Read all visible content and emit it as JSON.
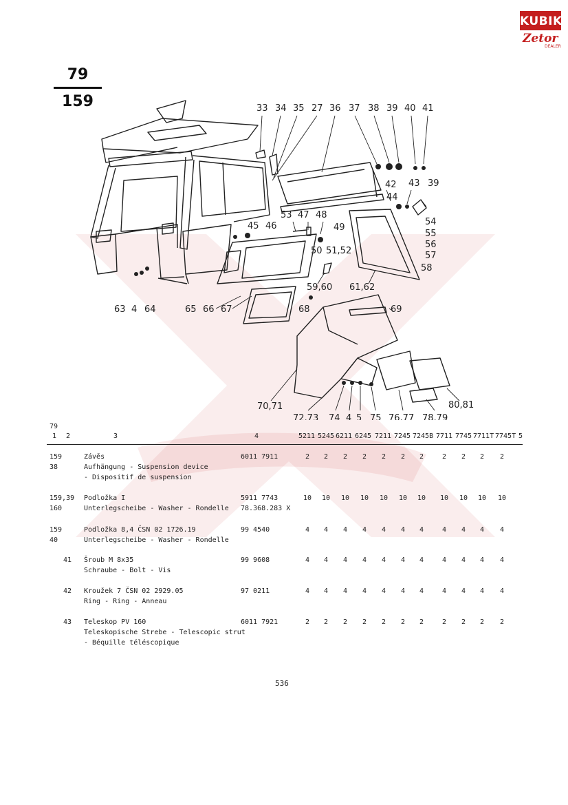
{
  "brand": {
    "top_text": "KUBIK",
    "brand_text": "Zetor",
    "sub_text": "DEALER",
    "accent_color": "#c41e1e"
  },
  "page_fraction": {
    "numerator": "79",
    "denominator": "159"
  },
  "diagram": {
    "callouts": [
      "33",
      "34",
      "35",
      "27",
      "36",
      "37",
      "38",
      "39",
      "40",
      "41",
      "42",
      "43",
      "39",
      "44",
      "53",
      "47",
      "48",
      "54",
      "45",
      "46",
      "49",
      "55",
      "56",
      "50",
      "51,52",
      "57",
      "58",
      "59,60",
      "61,62",
      "63",
      "4",
      "64",
      "65",
      "66",
      "67",
      "68",
      "69",
      "80,81",
      "70,71",
      "72,73",
      "74",
      "4",
      "5",
      "75",
      "76,77",
      "78,79"
    ]
  },
  "table": {
    "group_label": "79",
    "headers": [
      "1",
      "2",
      "3",
      "4",
      "5211",
      "5245",
      "6211",
      "6245",
      "7211",
      "7245",
      "7245B",
      "7711",
      "7745",
      "7711T",
      "7745T",
      "5"
    ],
    "rows": [
      {
        "ref": [
          "159 38"
        ],
        "desc": [
          "Závěs",
          "Aufhängung - Suspension device",
          "- Dispositif de suspension"
        ],
        "pn": [
          "6011 7911"
        ],
        "qty": [
          "2",
          "2",
          "2",
          "2",
          "2",
          "2",
          "2",
          "2",
          "2",
          "2",
          "2"
        ]
      },
      {
        "ref": [
          "159,39",
          "160"
        ],
        "desc": [
          "Podložka I",
          "Unterlegscheibe - Washer - Rondelle"
        ],
        "pn": [
          "5911 7743",
          "78.368.283  X"
        ],
        "qty": [
          "10",
          "10",
          "10",
          "10",
          "10",
          "10",
          "10",
          "10",
          "10",
          "10",
          "10"
        ]
      },
      {
        "ref": [
          "159 40"
        ],
        "desc": [
          "Podložka 8,4 ČSN 02 1726.19",
          "Unterlegscheibe - Washer - Rondelle"
        ],
        "pn": [
          "99 4540"
        ],
        "qty": [
          "4",
          "4",
          "4",
          "4",
          "4",
          "4",
          "4",
          "4",
          "4",
          "4",
          "4"
        ]
      },
      {
        "ref": [
          "41"
        ],
        "desc": [
          "Šroub M 8x35",
          "Schraube - Bolt - Vis"
        ],
        "pn": [
          "99 9608"
        ],
        "qty": [
          "4",
          "4",
          "4",
          "4",
          "4",
          "4",
          "4",
          "4",
          "4",
          "4",
          "4"
        ]
      },
      {
        "ref": [
          "42"
        ],
        "desc": [
          "Kroužek 7 ČSN 02 2929.05",
          "Ring - Ring - Anneau"
        ],
        "pn": [
          "97 0211"
        ],
        "qty": [
          "4",
          "4",
          "4",
          "4",
          "4",
          "4",
          "4",
          "4",
          "4",
          "4",
          "4"
        ]
      },
      {
        "ref": [
          "43"
        ],
        "desc": [
          "Teleskop PV 160",
          "Teleskopische Strebe - Telescopic strut",
          "- Béquille téléscopique"
        ],
        "pn": [
          "6011 7921"
        ],
        "qty": [
          "2",
          "2",
          "2",
          "2",
          "2",
          "2",
          "2",
          "2",
          "2",
          "2",
          "2"
        ]
      }
    ]
  },
  "page_number": "536"
}
